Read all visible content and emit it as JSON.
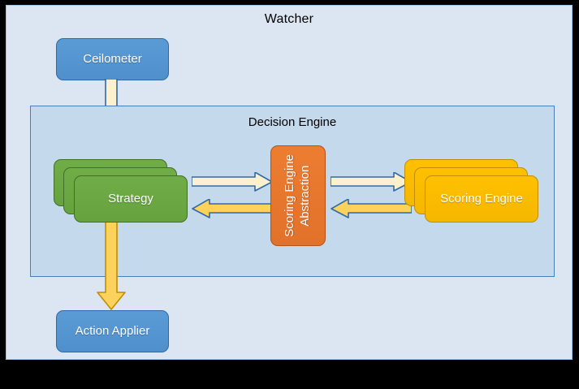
{
  "diagram": {
    "title": "Watcher",
    "colors": {
      "outer_frame": "#000000",
      "watcher_panel_fill": "#dce6f2",
      "watcher_panel_border": "#9cc2e5",
      "decision_panel_fill": "#c5d9ec",
      "decision_panel_border": "#4a7ebb",
      "blue_node": "#5b9bd5",
      "green_node": "#70ad47",
      "yellow_node": "#ffc000",
      "orange_node": "#ed7d31",
      "arrow_cream_fill": "#fdf0cd",
      "arrow_cream_border": "#2f6aa8",
      "arrow_gold_fill": "#fcd25c",
      "arrow_gold_border": "#2f6aa8"
    }
  },
  "watcher": {
    "title": "Watcher",
    "nodes": {
      "ceilometer": {
        "label": "Ceilometer",
        "color": "blue"
      },
      "action_applier": {
        "label": "Action Applier",
        "color": "blue"
      }
    }
  },
  "decision_engine": {
    "title": "Decision Engine",
    "strategy": {
      "label": "Strategy",
      "color": "green",
      "stack_count": 3
    },
    "abstraction": {
      "label_line_1": "Scoring Engine",
      "label_line_2": "Abstraction",
      "color": "orange",
      "orientation": "vertical"
    },
    "scoring_engine": {
      "label": "Scoring Engine",
      "color": "yellow",
      "stack_count": 3
    }
  },
  "arrows": [
    {
      "id": "ceilometer-to-strategy",
      "name": "arrow-down-cream",
      "direction": "down",
      "style": "cream",
      "from": "Ceilometer",
      "to": "Strategy"
    },
    {
      "id": "strategy-to-action-applier",
      "name": "arrow-down-gold",
      "direction": "down",
      "style": "gold",
      "from": "Strategy",
      "to": "Action Applier"
    },
    {
      "id": "strategy-to-abstraction",
      "name": "arrow-right-cream",
      "direction": "right",
      "style": "cream",
      "from": "Strategy",
      "to": "Scoring Engine Abstraction"
    },
    {
      "id": "abstraction-to-strategy",
      "name": "arrow-left-gold",
      "direction": "left",
      "style": "gold",
      "from": "Scoring Engine Abstraction",
      "to": "Strategy"
    },
    {
      "id": "abstraction-to-scoring-engine",
      "name": "arrow-right-cream",
      "direction": "right",
      "style": "cream",
      "from": "Scoring Engine Abstraction",
      "to": "Scoring Engine"
    },
    {
      "id": "scoring-engine-to-abstraction",
      "name": "arrow-left-gold",
      "direction": "left",
      "style": "gold",
      "from": "Scoring Engine",
      "to": "Scoring Engine Abstraction"
    }
  ]
}
